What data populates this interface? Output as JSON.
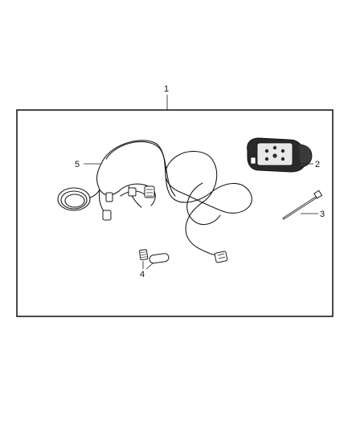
{
  "diagram": {
    "callouts": {
      "kit": "1",
      "module": "2",
      "cable_tie": "3",
      "fuse_set": "4",
      "harness": "5"
    }
  }
}
